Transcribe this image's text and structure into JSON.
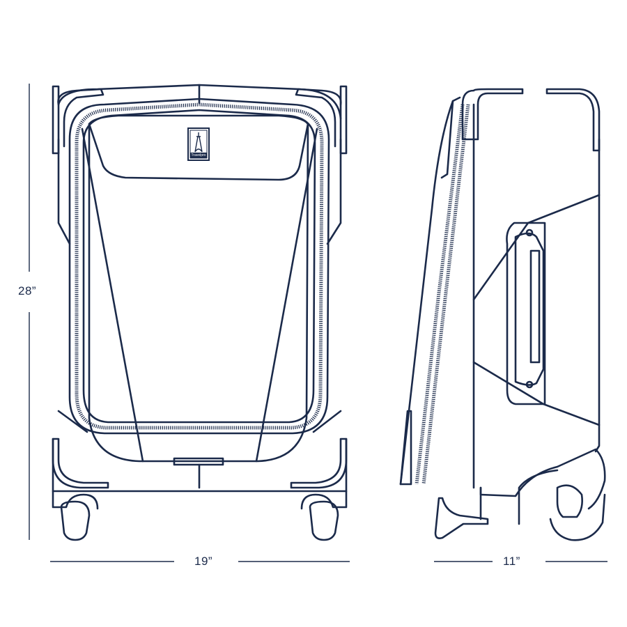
{
  "dimensions": {
    "height": "28”",
    "width": "19”",
    "depth": "11”"
  },
  "logo": {
    "text": "Travelpro"
  },
  "colors": {
    "line": "#1b2a4a",
    "background": "#ffffff"
  }
}
